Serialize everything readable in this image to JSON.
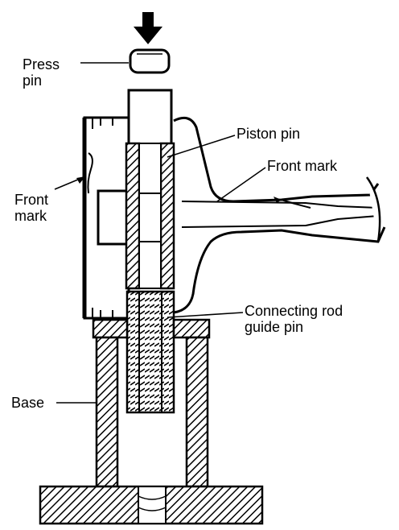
{
  "labels": {
    "press_pin": [
      "Press",
      "pin"
    ],
    "piston_pin": "Piston pin",
    "front_mark_right": "Front mark",
    "front_mark_left": [
      "Front",
      "mark"
    ],
    "connecting_rod_guide_pin": [
      "Connecting rod",
      "guide pin"
    ],
    "base": "Base"
  },
  "icons": {
    "press_arrow": "down-arrow-icon"
  },
  "colors": {
    "ink": "#000000",
    "paper": "#ffffff"
  }
}
